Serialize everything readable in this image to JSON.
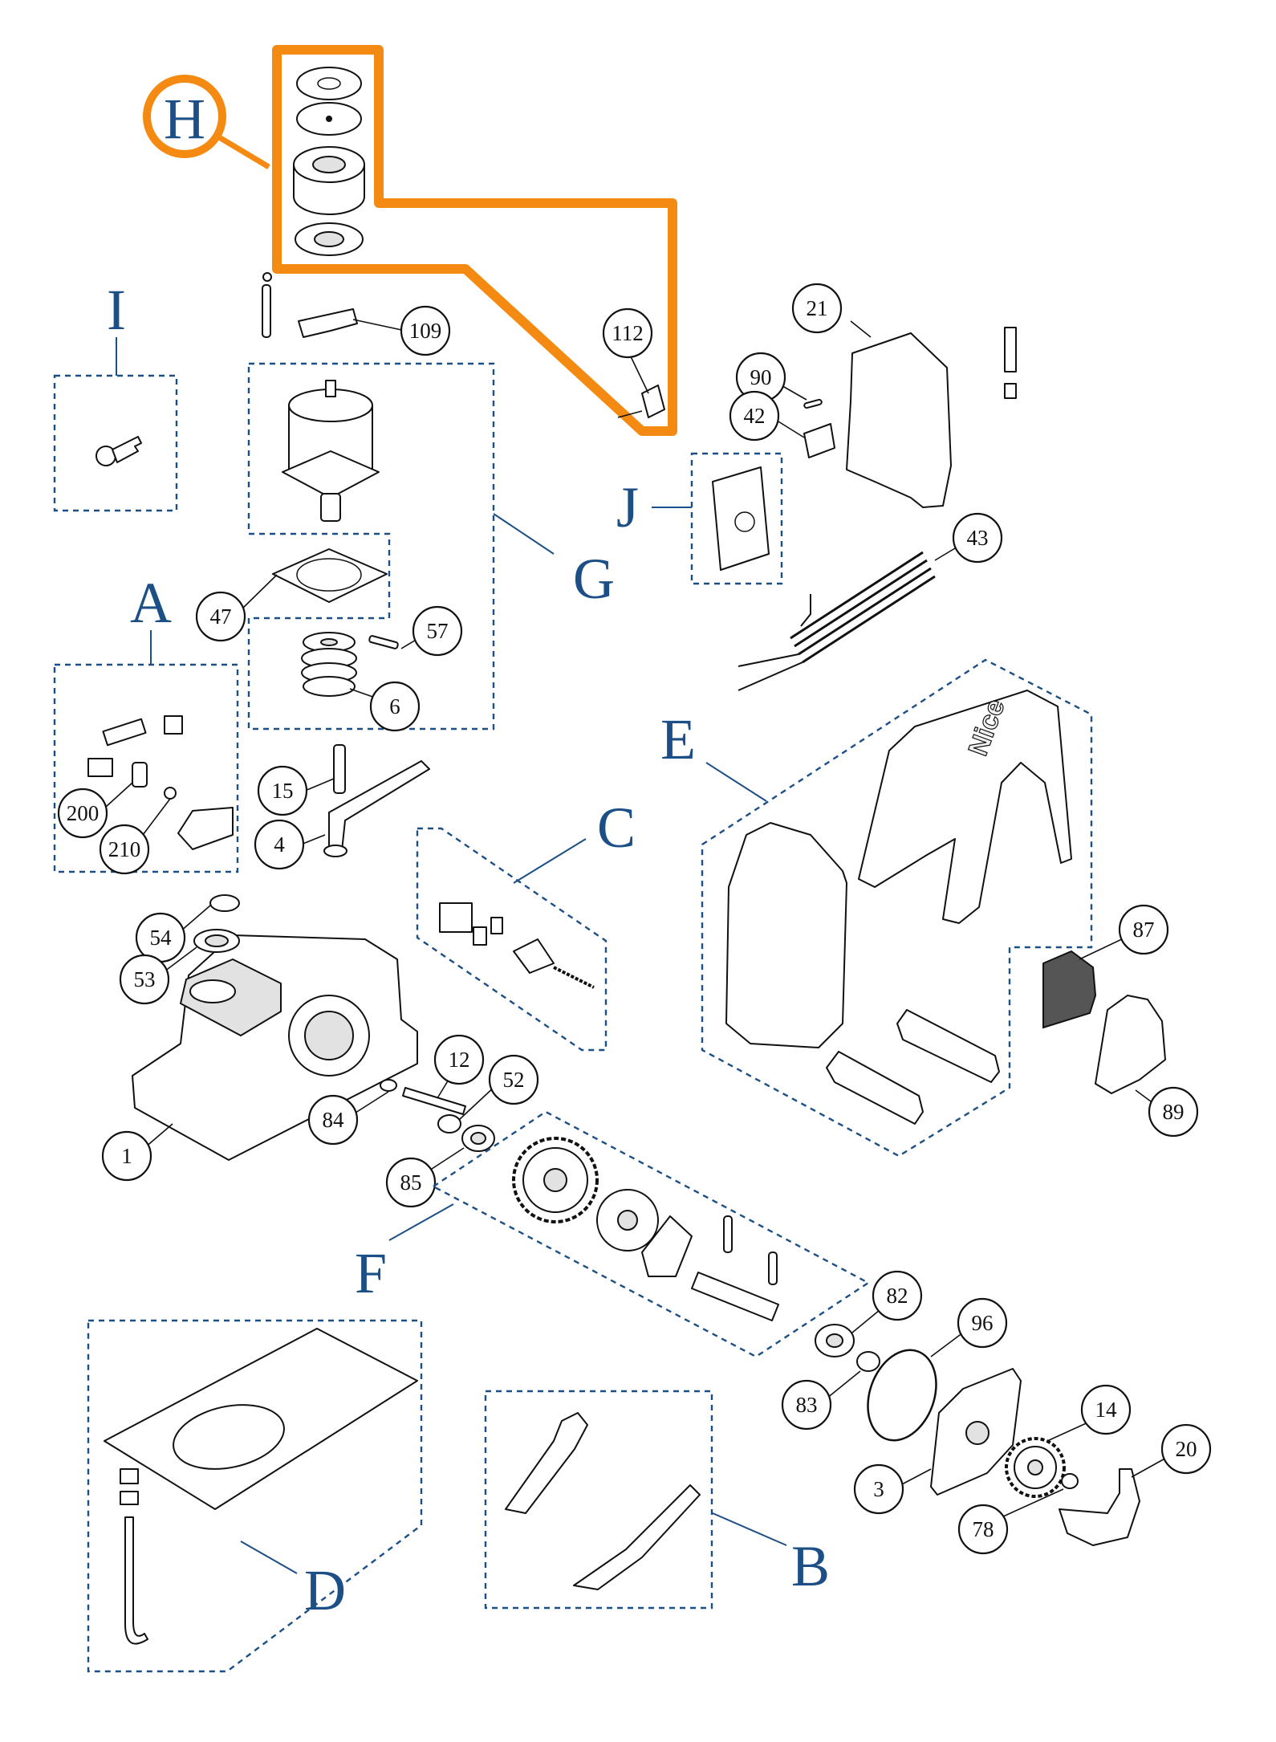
{
  "highlight_color": "#f58a12",
  "group_color": "#1c4f86",
  "groups": {
    "A": "A",
    "B": "B",
    "C": "C",
    "D": "D",
    "E": "E",
    "F": "F",
    "G": "G",
    "H": "H",
    "I": "I",
    "J": "J"
  },
  "callouts": {
    "p1": "1",
    "p3": "3",
    "p4": "4",
    "p6": "6",
    "p12": "12",
    "p14": "14",
    "p15": "15",
    "p20": "20",
    "p21": "21",
    "p42": "42",
    "p43": "43",
    "p47": "47",
    "p52": "52",
    "p53": "53",
    "p54": "54",
    "p57": "57",
    "p78": "78",
    "p82": "82",
    "p83": "83",
    "p84": "84",
    "p85": "85",
    "p87": "87",
    "p89": "89",
    "p90": "90",
    "p96": "96",
    "p109": "109",
    "p112": "112",
    "p200": "200",
    "p210": "210"
  },
  "cover_logo": "Nice"
}
